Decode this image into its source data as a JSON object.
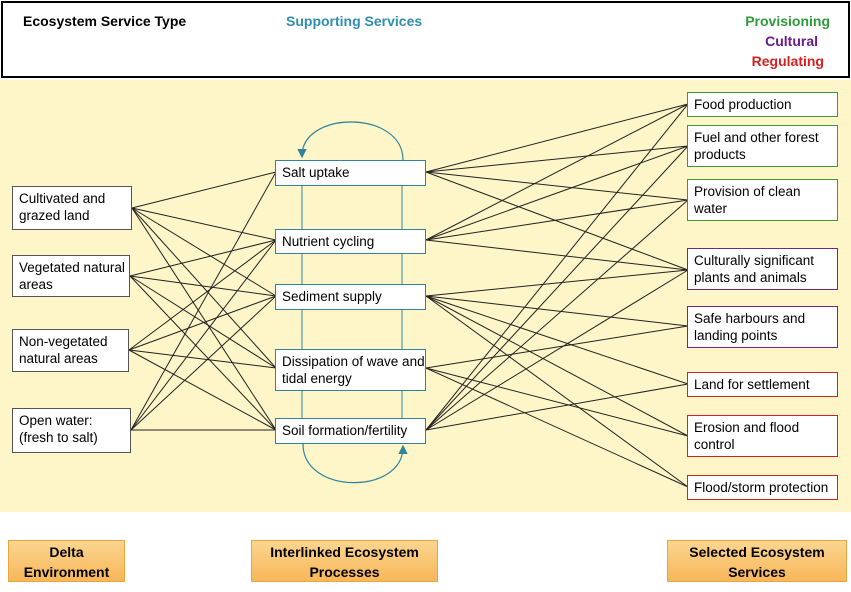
{
  "header": {
    "type_label": "Ecosystem Service Type",
    "supporting": "Supporting Services",
    "provisioning": "Provisioning",
    "cultural": "Cultural",
    "regulating": "Regulating"
  },
  "colors": {
    "supporting": "#2f8eb0",
    "provisioning": "#2e9b3a",
    "cultural": "#6a1b8a",
    "regulating": "#d42020",
    "background": "#fef6c8",
    "process_border": "#31849b"
  },
  "delta_environment": [
    {
      "line1": "Cultivated and",
      "line2": "grazed land"
    },
    {
      "line1": "Vegetated natural",
      "line2": "areas"
    },
    {
      "line1": "Non-vegetated",
      "line2": "natural areas"
    },
    {
      "line1": "Open water:",
      "line2": "(fresh to salt)"
    }
  ],
  "processes": [
    {
      "line1": "Salt uptake",
      "line2": ""
    },
    {
      "line1": "Nutrient cycling",
      "line2": ""
    },
    {
      "line1": "Sediment supply",
      "line2": ""
    },
    {
      "line1": "Dissipation of wave and",
      "line2": "tidal energy"
    },
    {
      "line1": "Soil formation/fertility",
      "line2": ""
    }
  ],
  "services": [
    {
      "line1": "Food production",
      "line2": "",
      "type": "provisioning"
    },
    {
      "line1": "Fuel and other forest",
      "line2": "products",
      "type": "provisioning"
    },
    {
      "line1": "Provision of clean",
      "line2": "water",
      "type": "provisioning"
    },
    {
      "line1": "Culturally significant",
      "line2": "plants and animals",
      "type": "cultural"
    },
    {
      "line1": "Safe harbours and",
      "line2": "landing points",
      "type": "cultural"
    },
    {
      "line1": "Land for settlement",
      "line2": "",
      "type": "regulating"
    },
    {
      "line1": "Erosion and flood",
      "line2": "control",
      "type": "regulating"
    },
    {
      "line1": "Flood/storm protection",
      "line2": "",
      "type": "regulating"
    }
  ],
  "footer": {
    "delta_line1": "Delta",
    "delta_line2": "Environment",
    "processes_line1": "Interlinked Ecosystem",
    "processes_line2": "Processes",
    "services_line1": "Selected Ecosystem",
    "services_line2": "Services"
  }
}
